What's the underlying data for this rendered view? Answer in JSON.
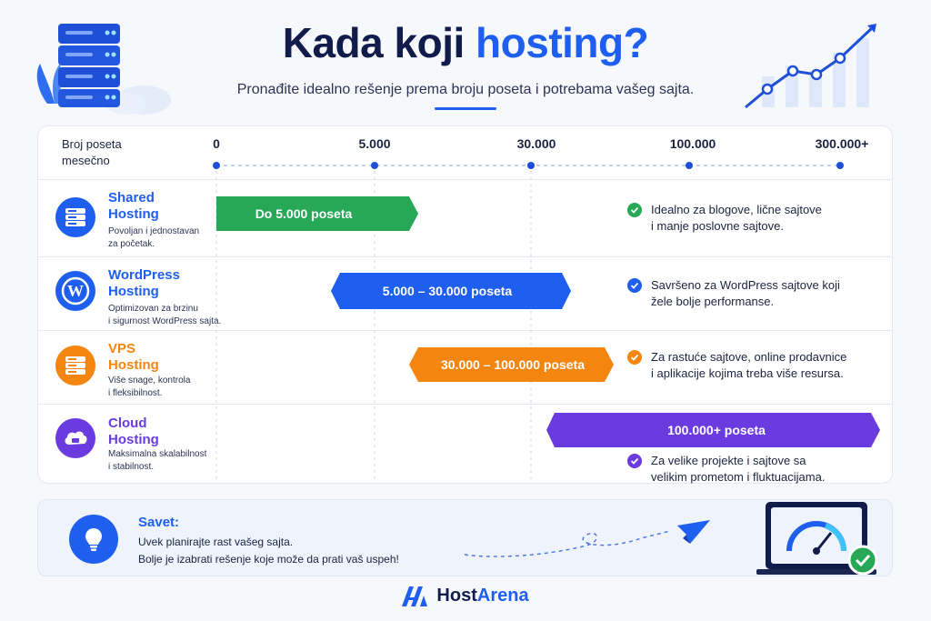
{
  "header": {
    "title_main": "Kada koji",
    "title_accent": "hosting?",
    "subtitle": "Pronađite idealno rešenje prema broju poseta i potrebama vašeg sajta."
  },
  "axis": {
    "label_line1": "Broj poseta",
    "label_line2": "mesečno",
    "ticks": [
      "0",
      "5.000",
      "30.000",
      "100.000",
      "300.000+"
    ]
  },
  "rows": [
    {
      "title_line1": "Shared",
      "title_line2": "Hosting",
      "desc_line1": "Povoljan i jednostavan",
      "desc_line2": "za početak.",
      "icon": "server-icon",
      "color": "#1f5ff0",
      "bar_label": "Do 5.000 poseta",
      "bar_color": "#27a857",
      "note_line1": "Idealno za blogove, lične sajtove",
      "note_line2": "i manje poslovne sajtove.",
      "note_color": "#27a857"
    },
    {
      "title_line1": "WordPress",
      "title_line2": "Hosting",
      "desc_line1": "Optimizovan za brzinu",
      "desc_line2": "i sigurnost WordPress sajta.",
      "icon": "wordpress-icon",
      "color": "#1f5ff0",
      "bar_label": "5.000 – 30.000 poseta",
      "bar_color": "#1f5ff0",
      "note_line1": "Savršeno za WordPress sajtove koji",
      "note_line2": "žele bolje performanse.",
      "note_color": "#1f5ff0"
    },
    {
      "title_line1": "VPS",
      "title_line2": "Hosting",
      "desc_line1": "Više snage, kontrola",
      "desc_line2": "i fleksibilnost.",
      "icon": "vps-server-icon",
      "color": "#f4860f",
      "bar_label": "30.000 – 100.000 poseta",
      "bar_color": "#f4860f",
      "note_line1": "Za rastuće sajtove, online prodavnice",
      "note_line2": "i aplikacije kojima treba više resursa.",
      "note_color": "#f4860f"
    },
    {
      "title_line1": "Cloud",
      "title_line2": "Hosting",
      "desc_line1": "Maksimalna skalabilnost",
      "desc_line2": "i stabilnost.",
      "icon": "cloud-icon",
      "color": "#6a3ce0",
      "bar_label": "100.000+ poseta",
      "bar_color": "#6a3ce0",
      "note_line1": "Za velike projekte i sajtove sa",
      "note_line2": "velikim prometom i fluktuacijama.",
      "note_color": "#6a3ce0"
    }
  ],
  "tip": {
    "title": "Savet:",
    "line1": "Uvek planirajte rast vašeg sajta.",
    "line2": "Bolje je izabrati rešenje koje može da prati vaš uspeh!"
  },
  "brand": {
    "name_part1": "Host",
    "name_part2": "Arena"
  }
}
